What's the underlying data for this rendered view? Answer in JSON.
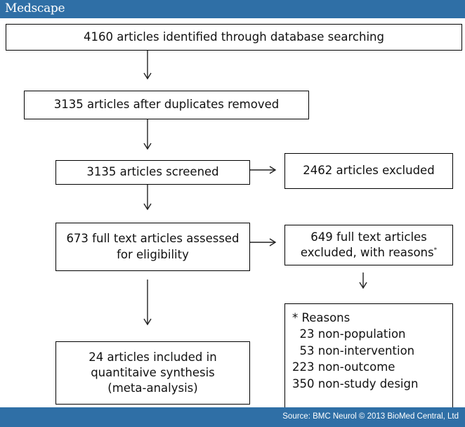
{
  "header": {
    "logo": "Medscape"
  },
  "flow": {
    "identified": "4160 articles identified through database searching",
    "deduplicated": "3135 articles after duplicates removed",
    "screened": "3135 articles screened",
    "excluded_screen": "2462 articles excluded",
    "assessed": [
      "673 full text articles assessed",
      "for eligibility"
    ],
    "excluded_full": [
      "649 full text articles",
      "excluded, with reasons"
    ],
    "excluded_full_mark": "*",
    "included": [
      "24 articles included in",
      "quantitaive synthesis",
      "(meta-analysis)"
    ],
    "reasons": {
      "title": "* Reasons",
      "items": [
        "  23 non-population",
        "  53 non-intervention",
        "223 non-outcome",
        "350 non-study design"
      ]
    }
  },
  "footer": {
    "source": "Source: BMC Neurol © 2013 BioMed Central, Ltd"
  },
  "colors": {
    "bar": "#2f6fa6",
    "box_border": "#000000",
    "text": "#111111"
  }
}
